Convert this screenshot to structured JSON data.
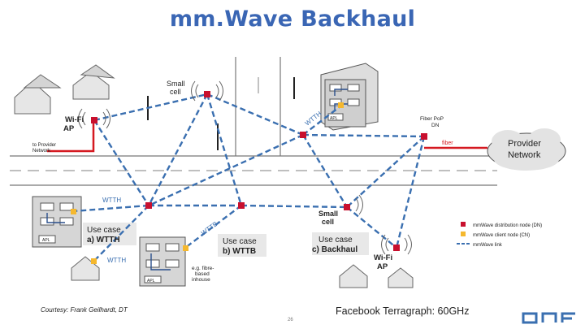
{
  "title": "mm.Wave Backhaul",
  "labels": {
    "small_cell_top": "Small\ncell",
    "wifi_ap_left": "Wi-Fi\nAP",
    "to_provider": "to Provider\nNetwork",
    "fiber_pop": "Fiber PoP\nDN",
    "fiber": "fiber",
    "provider_network": "Provider\nNetwork",
    "small_cell_mid": "Small\ncell",
    "wifi_ap_right": "Wi-Fi\nAP",
    "ap1": "APL",
    "ap2": "APL",
    "ap3": "APL",
    "wtth_top": "WTTH",
    "wtth_left1": "WTTH",
    "wttb": "WTTB",
    "wtth_left2": "WTTH",
    "use_case_a_1": "Use case",
    "use_case_a_2": "a) WTTH",
    "use_case_b_1": "Use case",
    "use_case_b_2": "b) WTTB",
    "use_case_c_1": "Use case",
    "use_case_c_2": "c) Backhaul",
    "fibre_note": "e.g. fibre-\nbased\ninhouse"
  },
  "legend": [
    {
      "label": "mmWave distribution node (DN)",
      "color": "#c8102e",
      "kind": "square"
    },
    {
      "label": "mmWave client node (CN)",
      "color": "#f5b82e",
      "kind": "square"
    },
    {
      "label": "mmWave link",
      "color": "#3a6fb0",
      "kind": "dash"
    }
  ],
  "colors": {
    "link": "#3a6fb0",
    "dn": "#c8102e",
    "cn": "#f5b82e",
    "fiber": "#d51920"
  },
  "courtesy": "Courtesy: Frank Geilhardt, DT",
  "caption": "Facebook Terragraph: 60GHz",
  "page_number": "26",
  "logo": "ONF"
}
